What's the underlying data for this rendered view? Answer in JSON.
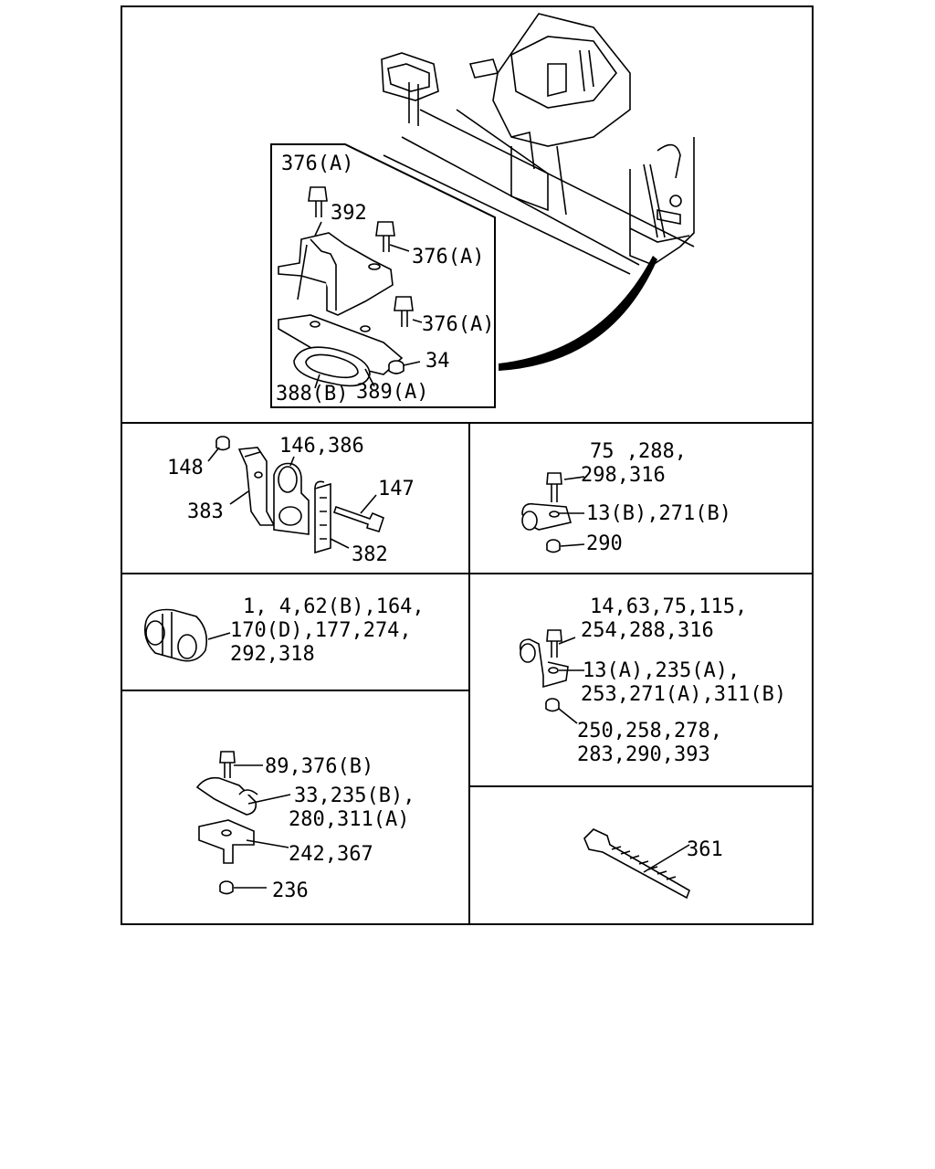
{
  "top": {
    "label_376a_1": "376(A)",
    "label_392": "392",
    "label_376a_2": "376(A)",
    "label_376a_3": "376(A)",
    "label_34": "34",
    "label_388b": "388(B)",
    "label_389a": "389(A)"
  },
  "p1": {
    "label_146_386": "146,386",
    "label_148": "148",
    "label_147": "147",
    "label_383": "383",
    "label_382": "382"
  },
  "p2": {
    "line1": "75 ,288,",
    "line2": "298,316",
    "line3": "13(B),271(B)",
    "line4": "290"
  },
  "p3": {
    "line1": "1, 4,62(B),164,",
    "line2": "170(D),177,274,",
    "line3": "292,318"
  },
  "p4": {
    "line1": "14,63,75,115,",
    "line2": "254,288,316",
    "line3": "13(A),235(A),",
    "line4": "253,271(A),311(B)",
    "line5": "250,258,278,",
    "line6": "283,290,393"
  },
  "p5": {
    "line1": "89,376(B)",
    "line2": "33,235(B),",
    "line3": "280,311(A)",
    "line4": "242,367",
    "line5": "236"
  },
  "p6": {
    "line1": "361"
  }
}
